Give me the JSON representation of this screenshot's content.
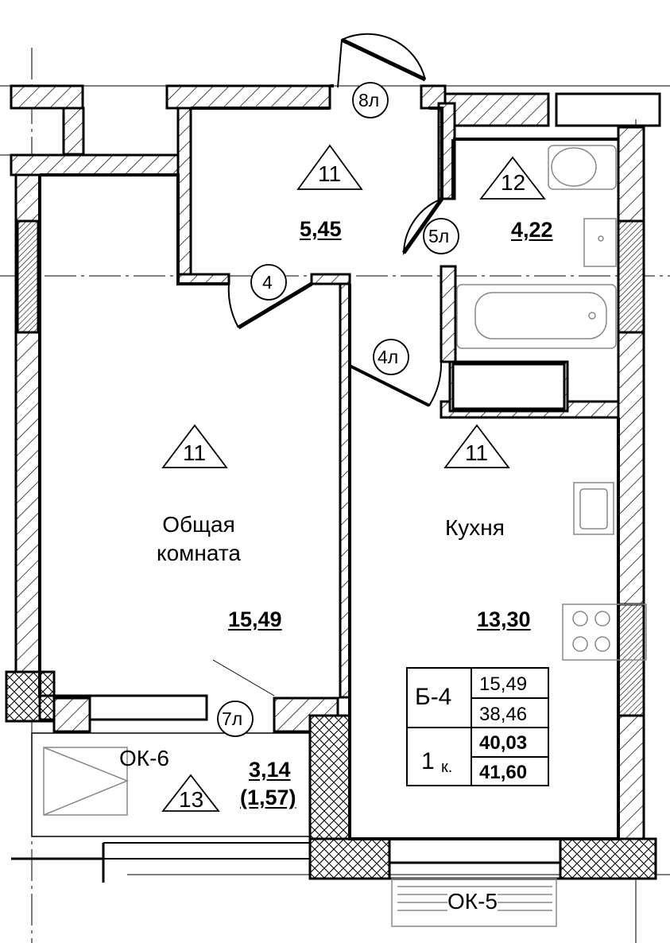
{
  "rooms": {
    "hall": {
      "area": "5,45",
      "mark": "11"
    },
    "bathroom": {
      "area": "4,22",
      "mark": "12"
    },
    "living": {
      "name_line1": "Общая",
      "name_line2": "комната",
      "area": "15,49",
      "mark": "11"
    },
    "kitchen": {
      "name": "Кухня",
      "area": "13,30",
      "mark": "11"
    },
    "loggia": {
      "area": "3,14",
      "area_reduced": "(1,57)",
      "mark": "13"
    }
  },
  "doors": {
    "entrance": "8л",
    "bathroom": "5л",
    "living": "4",
    "kitchen": "4л",
    "loggia": "7л"
  },
  "windows": {
    "loggia": "ОК-6",
    "kitchen": "ОК-5"
  },
  "summary": {
    "block": "Б-4",
    "living_area": "15,49",
    "total_area": "38,46",
    "rooms_label": "1",
    "rooms_unit": "к.",
    "area_with_loggia": "40,03",
    "area_full": "41,60"
  }
}
